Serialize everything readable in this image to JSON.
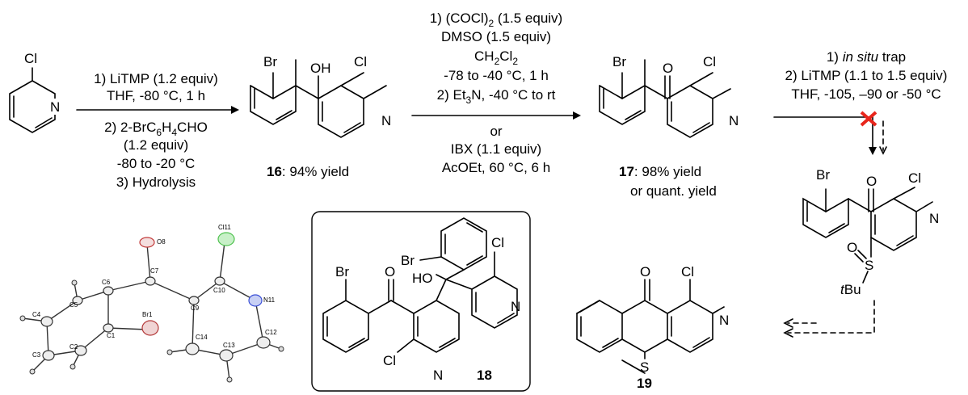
{
  "colors": {
    "cross": "#e8261c",
    "oxygen": "#c23b3b",
    "chlorine": "#4fc24f",
    "nitrogen": "#3a4fd6",
    "bromine": "#b33939"
  },
  "atoms": {
    "cl": "Cl",
    "br": "Br",
    "n": "N",
    "o": "O",
    "oh": "OH",
    "ho": "HO",
    "s": "S",
    "tbu_t": "t",
    "tbu_bu": "Bu"
  },
  "step1": {
    "line1": "1) LiTMP (1.2 equiv)",
    "line2": "THF, -80 °C, 1 h",
    "line3_pre": "2) 2-BrC",
    "line3_sub1": "6",
    "line3_mid": "H",
    "line3_sub2": "4",
    "line3_post": "CHO",
    "line4": "(1.2 equiv)",
    "line5": "-80 to -20 °C",
    "line6": "3) Hydrolysis"
  },
  "step2": {
    "line1_pre": "1) (COCl)",
    "line1_sub": "2",
    "line1_post": " (1.5 equiv)",
    "line2": "DMSO (1.5 equiv)",
    "line3_pre": "CH",
    "line3_sub1": "2",
    "line3_mid": "Cl",
    "line3_sub2": "2",
    "line4": "-78 to -40 °C, 1 h",
    "line5_pre": "2) Et",
    "line5_sub": "3",
    "line5_post": "N, -40 °C to rt",
    "or": "or",
    "line6": "IBX (1.1 equiv)",
    "line7": "AcOEt, 60 °C, 6 h"
  },
  "step3": {
    "line1_num": "1) ",
    "line1_ital": "in situ",
    "line1_post": " trap",
    "line2": "2) LiTMP (1.1 to 1.5 equiv)",
    "line3": "THF, -105, –90 or -50 °C"
  },
  "compounds": {
    "c16": {
      "num": "16",
      "text": ": 94% yield"
    },
    "c17": {
      "num": "17",
      "text": ": 98% yield",
      "text2": "or quant. yield"
    },
    "c18": {
      "num": "18"
    },
    "c19": {
      "num": "19"
    }
  },
  "ortep_labels": [
    "O8",
    "Cl11",
    "C7",
    "C6",
    "C5",
    "C4",
    "C1",
    "Br1",
    "C9",
    "C10",
    "N11",
    "C14",
    "C12",
    "C2",
    "C3",
    "C13"
  ]
}
